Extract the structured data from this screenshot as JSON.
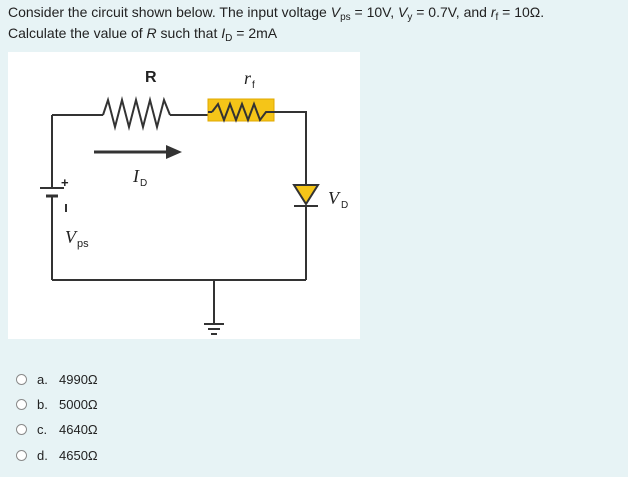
{
  "question": {
    "intro": "Consider the circuit shown below. The input voltage ",
    "vps_sym": "V",
    "vps_sub": "ps",
    "vps_val": " = 10V, ",
    "vy_sym": "V",
    "vy_sub": "y",
    "vy_val": " = 0.7V, and ",
    "rf_sym": "r",
    "rf_sub": "f",
    "rf_val": " = 10Ω.",
    "line2_pre": "Calculate the value of ",
    "r_sym": "R",
    "line2_mid": " such that ",
    "id_sym": "I",
    "id_sub": "D",
    "id_val": " = 2mA"
  },
  "circuit": {
    "label_R": "R",
    "label_rf": "r",
    "label_rf_sub": "f",
    "label_ID": "I",
    "label_ID_sub": "D",
    "label_VD": "V",
    "label_VD_sub": "D",
    "label_Vps": "V",
    "label_Vps_sub": "ps",
    "plus": "+",
    "rf_fill": "#f5c518",
    "wire_color": "#333333"
  },
  "options": [
    {
      "letter": "a.",
      "value": "4990Ω"
    },
    {
      "letter": "b.",
      "value": "5000Ω"
    },
    {
      "letter": "c.",
      "value": "4640Ω"
    },
    {
      "letter": "d.",
      "value": "4650Ω"
    }
  ]
}
